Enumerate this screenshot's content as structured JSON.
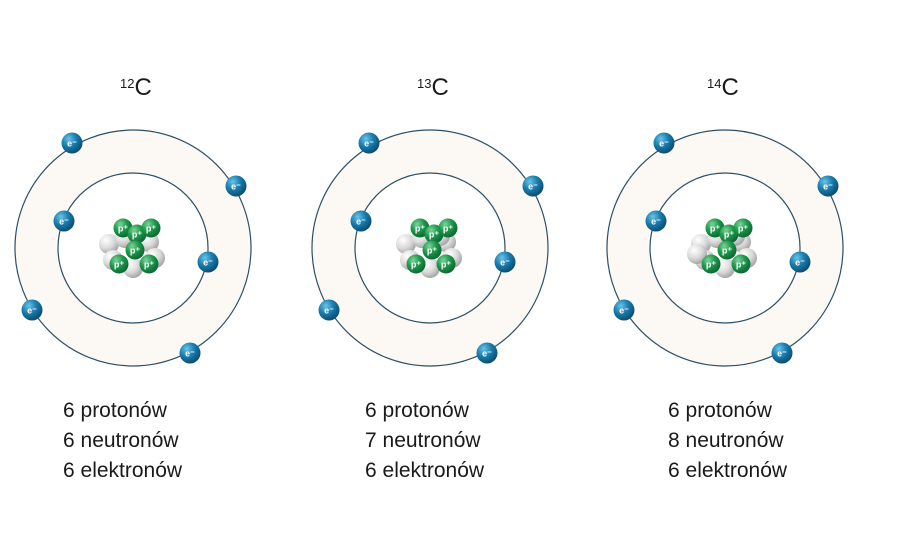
{
  "atoms": [
    {
      "mass": "12",
      "symbol": "C",
      "lines": [
        "6 protonów",
        "6 neutronów",
        "6 elektronów"
      ]
    },
    {
      "mass": "13",
      "symbol": "C",
      "lines": [
        "6 protonów",
        "7 neutronów",
        "6 elektronów"
      ]
    },
    {
      "mass": "14",
      "symbol": "C",
      "lines": [
        "6 protonów",
        "8 neutronów",
        "6 elektronów"
      ]
    }
  ],
  "labels": {
    "electron": "e⁻",
    "proton": "p⁺"
  },
  "colors": {
    "electron": "#1a7fb0",
    "proton": "#1e9a4e",
    "neutron": "#d9d9d9",
    "shell_fill": "#fcf8f3",
    "orbit": "#2c4f66"
  }
}
